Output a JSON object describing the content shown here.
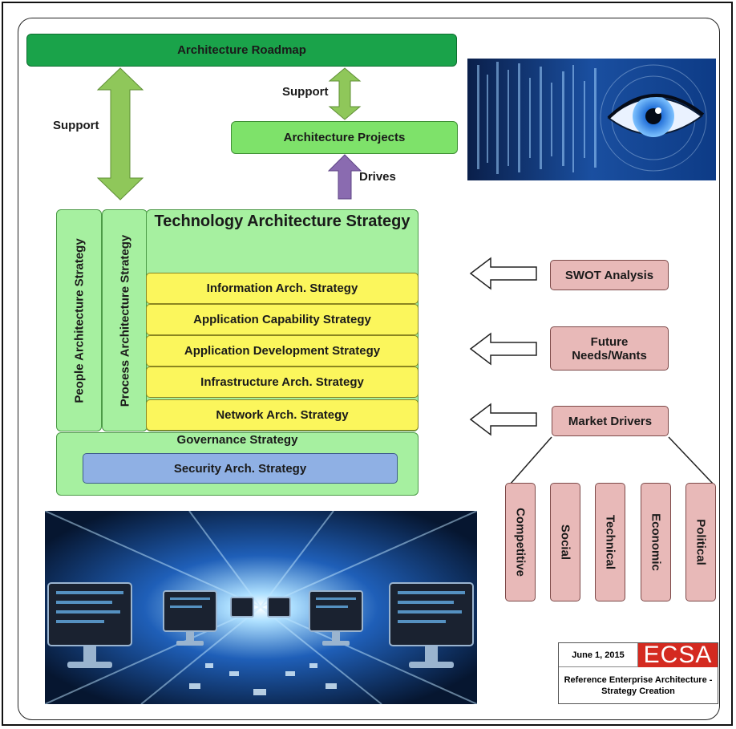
{
  "roadmap": {
    "label": "Architecture Roadmap"
  },
  "projects": {
    "label": "Architecture Projects"
  },
  "arrows": {
    "support_left": "Support",
    "support_right": "Support",
    "drives": "Drives"
  },
  "columns": {
    "people": "People Architecture Strategy",
    "process": "Process Architecture Strategy"
  },
  "technology": {
    "title": "Technology Architecture Strategy",
    "items": [
      "Information Arch. Strategy",
      "Application Capability Strategy",
      "Application Development Strategy",
      "Infrastructure Arch. Strategy",
      "Network Arch. Strategy"
    ]
  },
  "governance": {
    "title": "Governance Strategy",
    "security": "Security Arch. Strategy"
  },
  "inputs": {
    "swot": "SWOT Analysis",
    "future": "Future Needs/Wants",
    "market": "Market Drivers"
  },
  "drivers": [
    "Competitive",
    "Social",
    "Technical",
    "Economic",
    "Political"
  ],
  "stamp": {
    "date": "June 1, 2015",
    "logo": "ECSA",
    "caption": "Reference Enterprise Architecture - Strategy Creation"
  },
  "colors": {
    "roadmap": "#1aa34a",
    "projects": "#7ee26a",
    "strategy": "#a6f0a0",
    "tech_items": "#fbf65c",
    "security": "#8fb0e4",
    "drivers": "#e8b9b8",
    "support_arrow": "#8fc75a",
    "drives_arrow": "#8a6bb0"
  }
}
